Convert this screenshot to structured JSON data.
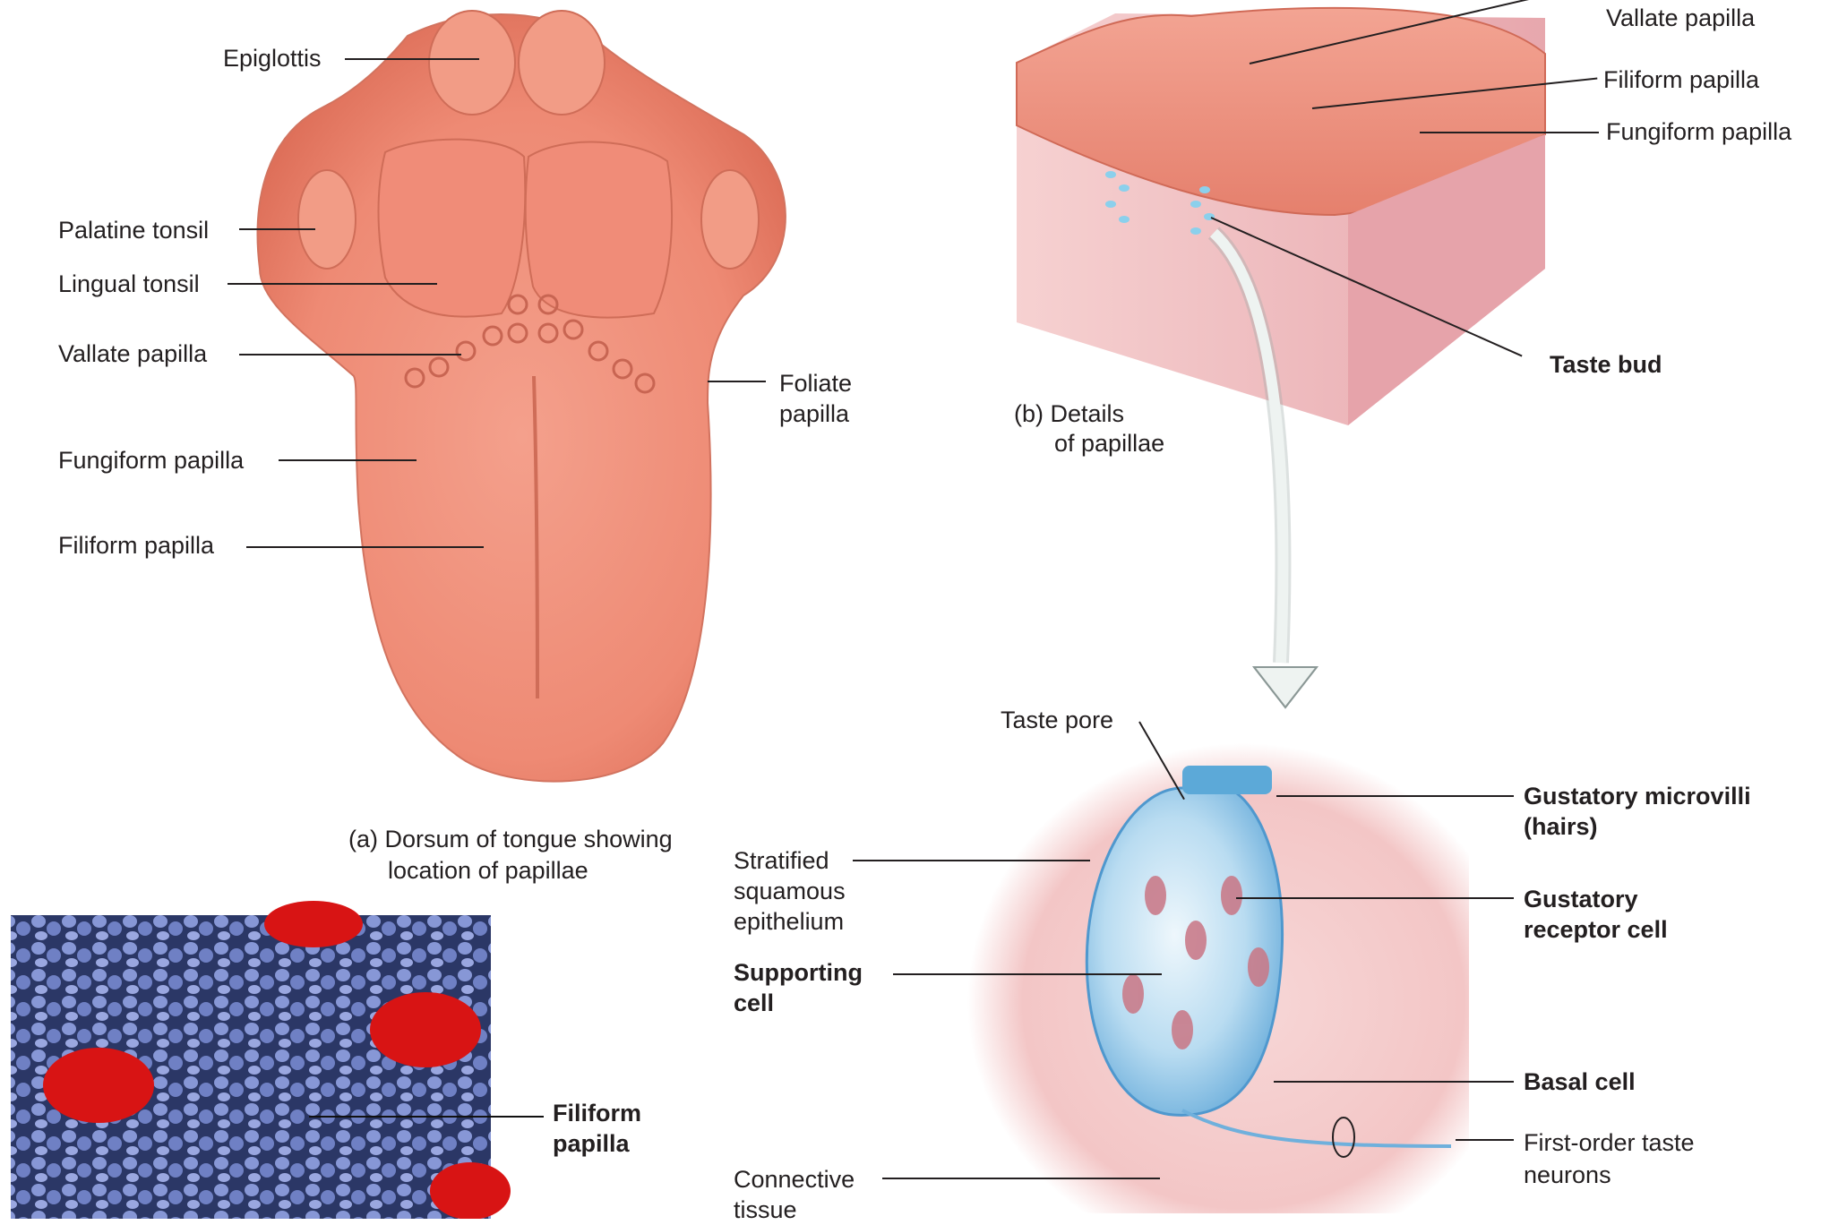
{
  "panel_a": {
    "labels": {
      "epiglottis": "Epiglottis",
      "palatine_tonsil": "Palatine tonsil",
      "lingual_tonsil": "Lingual tonsil",
      "vallate_papilla": "Vallate papilla",
      "fungiform_papilla": "Fungiform papilla",
      "filiform_papilla": "Filiform papilla",
      "foliate_papilla_1": "Foliate",
      "foliate_papilla_2": "papilla"
    },
    "caption_1": "(a) Dorsum of tongue showing",
    "caption_2": "location of papillae"
  },
  "panel_b": {
    "labels": {
      "vallate_papilla": "Vallate papilla",
      "filiform_papilla": "Filiform papilla",
      "fungiform_papilla": "Fungiform papilla",
      "taste_bud": "Taste bud"
    },
    "caption_1": "(b)  Details",
    "caption_2": "of papillae"
  },
  "panel_c": {
    "labels": {
      "taste_pore": "Taste pore",
      "gustatory_microvilli_1": "Gustatory microvilli",
      "gustatory_microvilli_2": "(hairs)",
      "stratified_1": "Stratified",
      "stratified_2": "squamous",
      "stratified_3": "epithelium",
      "gustatory_receptor_1": "Gustatory",
      "gustatory_receptor_2": "receptor cell",
      "supporting_1": "Supporting",
      "supporting_2": "cell",
      "basal_cell": "Basal cell",
      "first_order_1": "First-order taste",
      "first_order_2": "neurons",
      "connective_1": "Connective",
      "connective_2": "tissue"
    }
  },
  "panel_micrograph": {
    "label_1": "Filiform",
    "label_2": "papilla"
  },
  "colors": {
    "tongue": "#f08f7b",
    "tongue_dark": "#d96a55",
    "tissue": "#f4c3c3",
    "taste_bud": "#a9d2ec",
    "micro_bg": "#2c3a6b",
    "micro_papilla": "#7f8fd0",
    "micro_red": "#d81414"
  }
}
